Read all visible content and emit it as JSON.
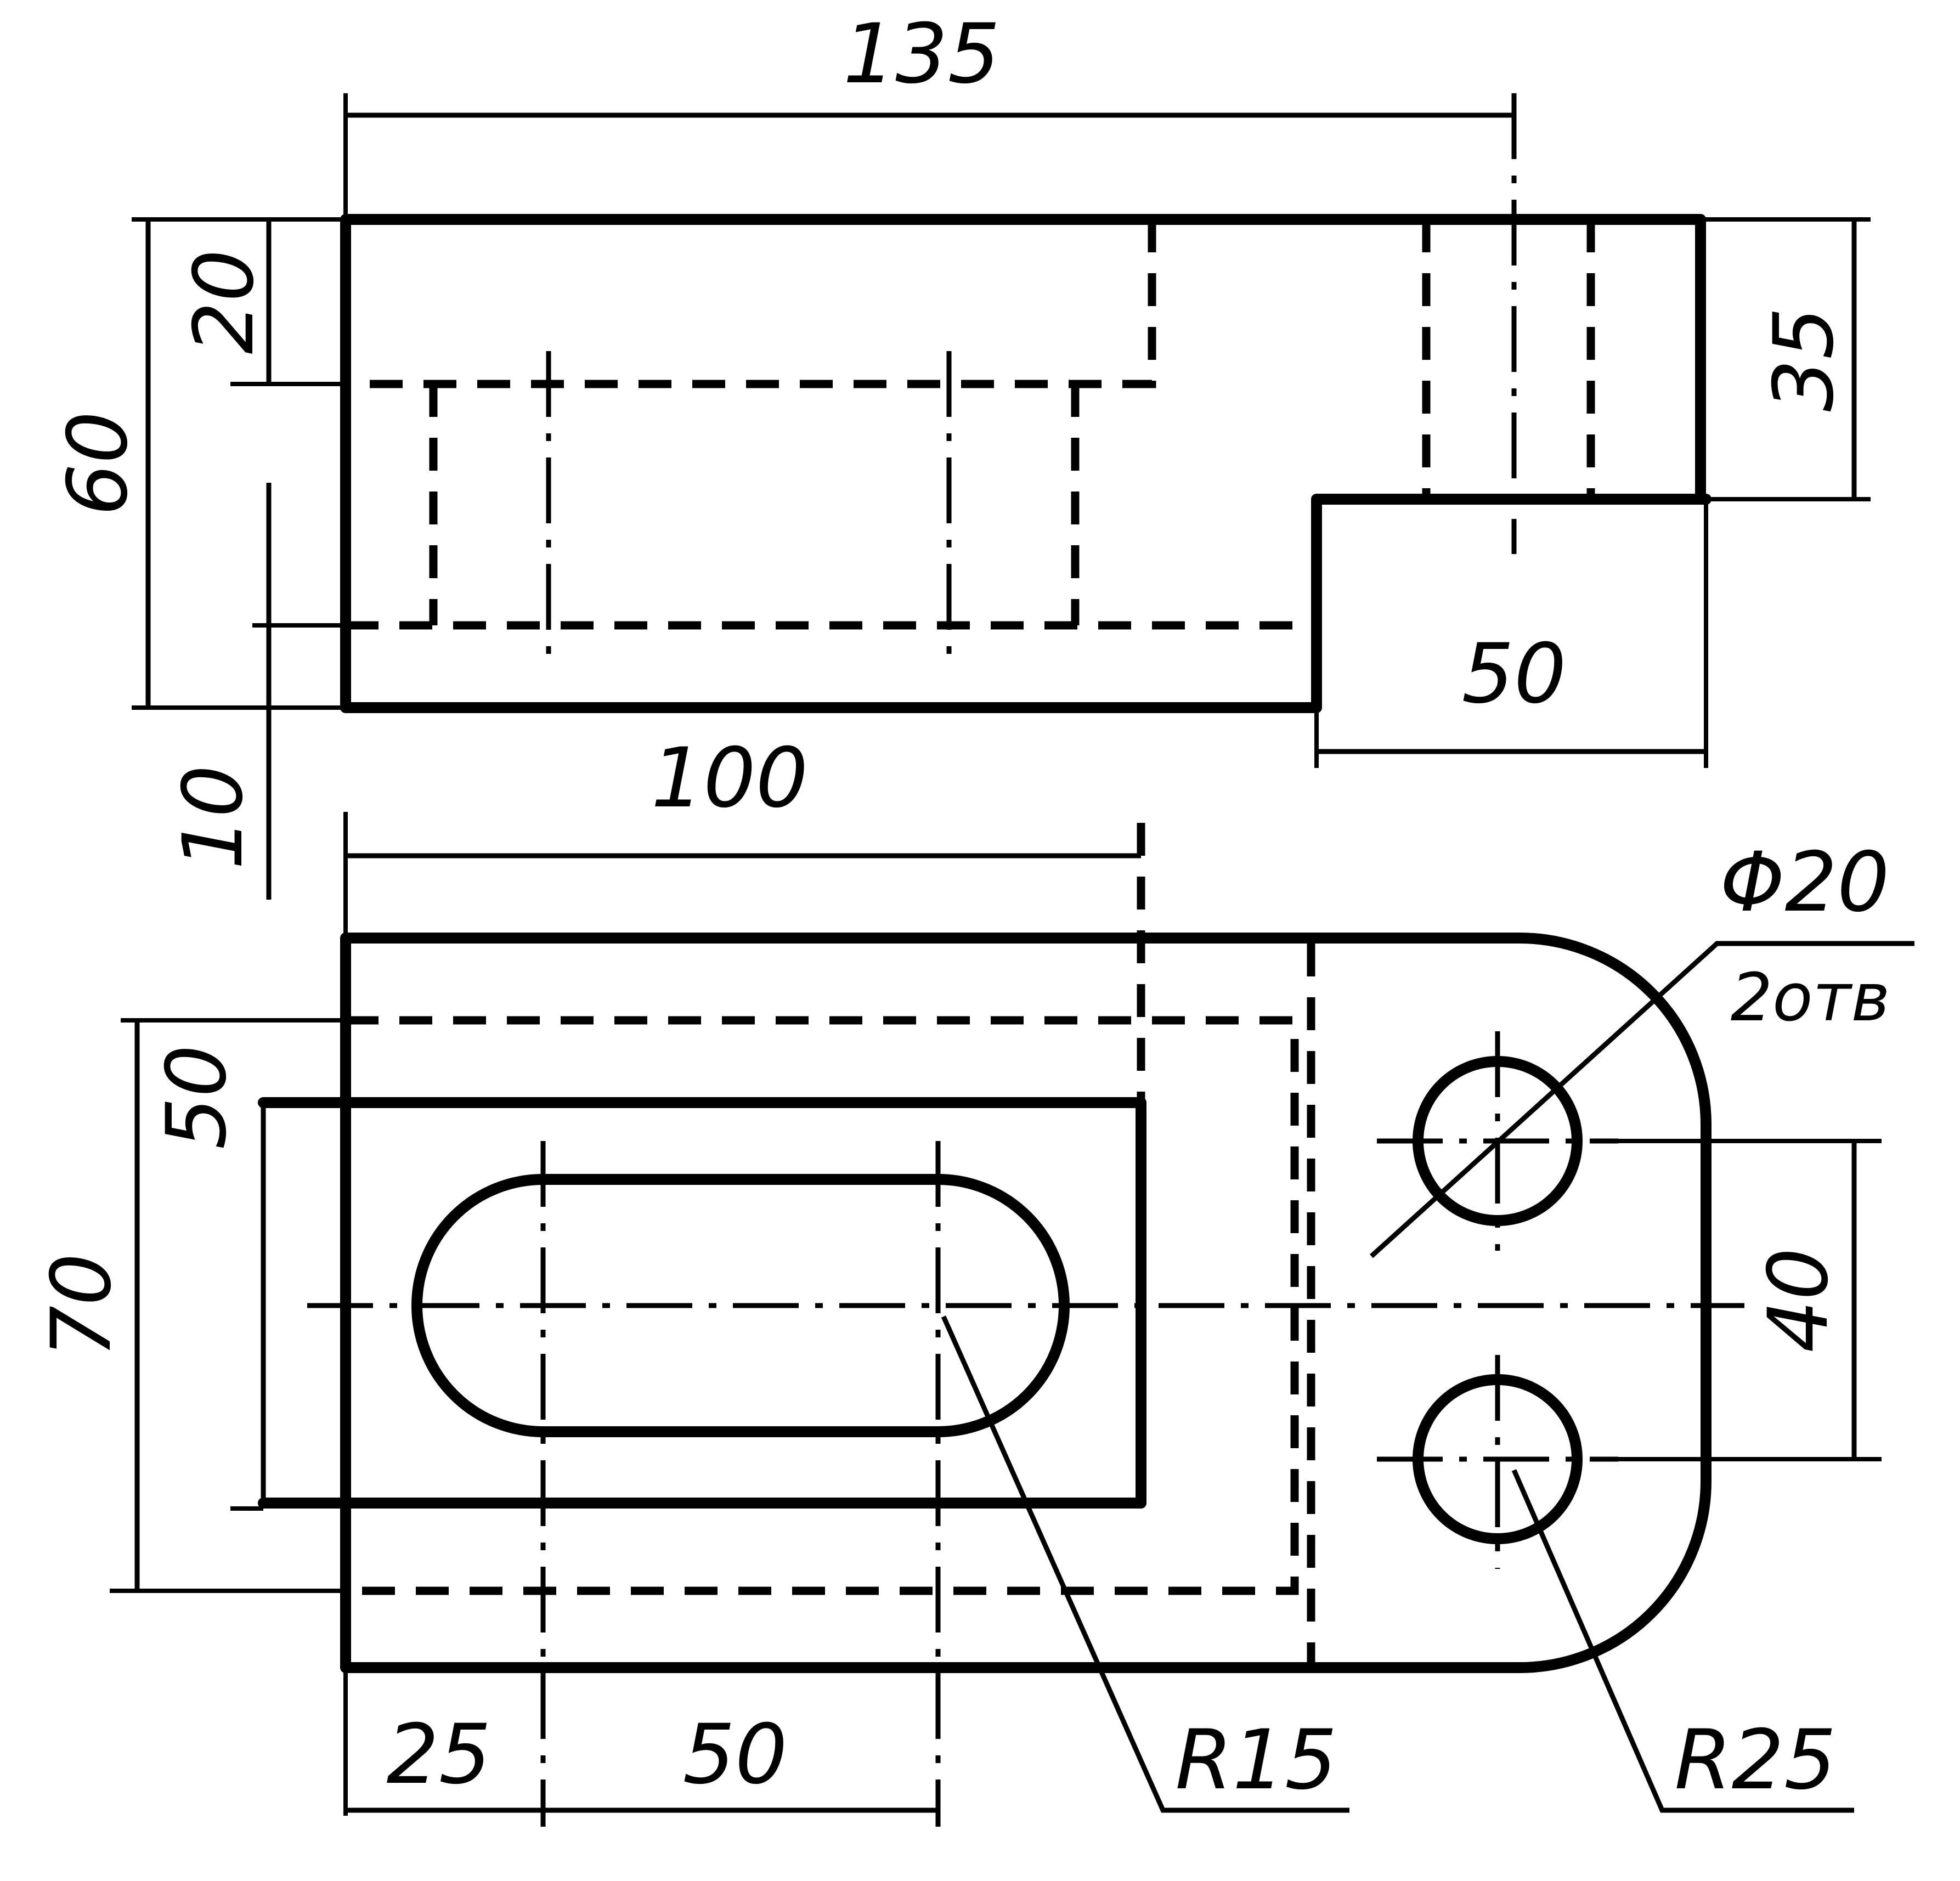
{
  "front_view": {
    "dim_overall_length": "135",
    "dim_overall_height": "60",
    "dim_top_depth": "20",
    "dim_step_height": "35",
    "dim_base_thickness": "10",
    "dim_step_length": "50"
  },
  "top_view": {
    "dim_pocket_length": "100",
    "dim_overall_width": "70",
    "dim_pocket_width": "50",
    "dim_hole_spacing": "40",
    "dim_slot_offset": "25",
    "dim_slot_length": "50",
    "slot_radius": "R15",
    "corner_radius": "R25",
    "hole_diameter": "Φ20",
    "hole_count": "2отв"
  }
}
